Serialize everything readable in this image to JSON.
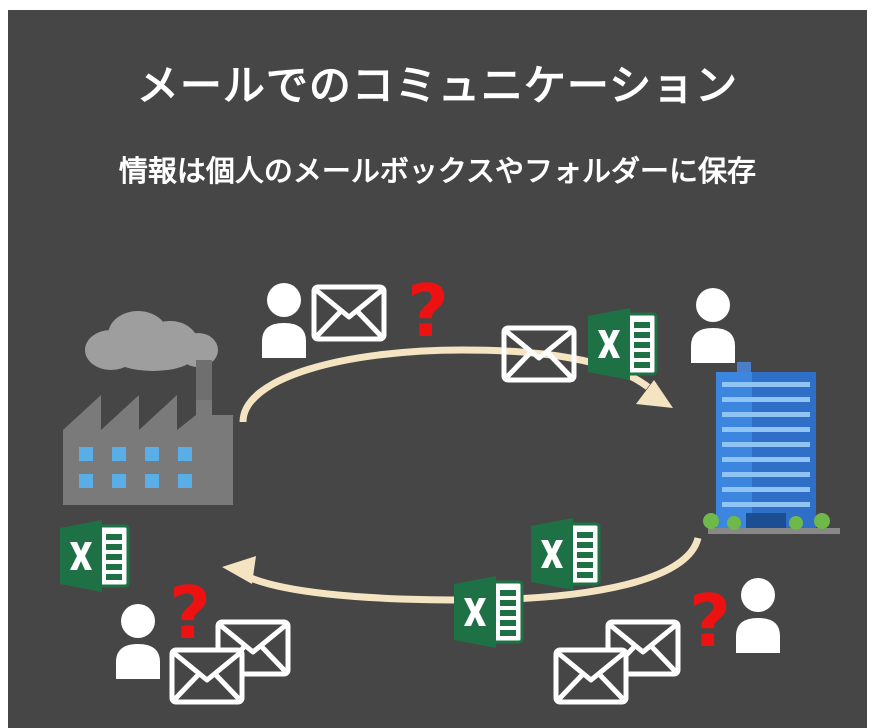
{
  "slide": {
    "title": "メールでのコミュニケーション",
    "subtitle": "情報は個人のメールボックスやフォルダーに保存"
  },
  "icons": {
    "question_mark": "?",
    "excel_letter": "X"
  },
  "colors": {
    "background": "#464646",
    "text": "#ffffff",
    "arrow": "#f4e4c1",
    "question": "#ee1111",
    "excel_green": "#1e7145"
  }
}
